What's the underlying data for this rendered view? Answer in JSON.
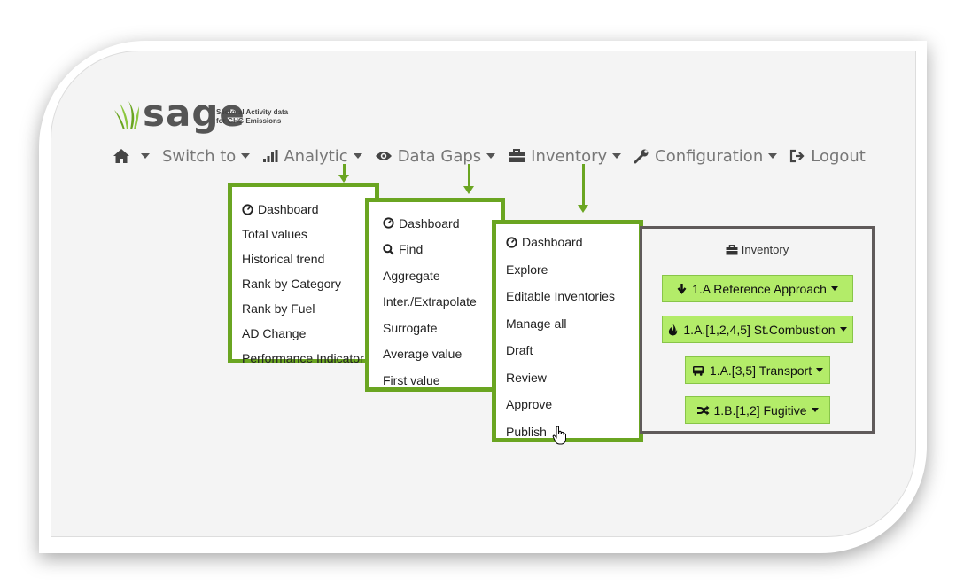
{
  "logo": {
    "word": "sage",
    "tagline_line1": "Sectoral Activity data",
    "tagline_line2": "for GHG Emissions"
  },
  "navbar": {
    "switch_to": "Switch to",
    "analytic": "Analytic",
    "data_gaps": "Data Gaps",
    "inventory": "Inventory",
    "configuration": "Configuration",
    "logout": "Logout"
  },
  "analytic_menu": {
    "items": [
      "Dashboard",
      "Total values",
      "Historical trend",
      "Rank by Category",
      "Rank by Fuel",
      "AD Change",
      "Performance Indicator"
    ]
  },
  "datagaps_menu": {
    "items": [
      "Dashboard",
      "Find",
      "Aggregate",
      "Inter./Extrapolate",
      "Surrogate",
      "Average value",
      "First value"
    ]
  },
  "inventory_menu": {
    "items": [
      "Dashboard",
      "Explore",
      "Editable Inventories",
      "Manage all",
      "Draft",
      "Review",
      "Approve",
      "Publish"
    ]
  },
  "inventory_panel": {
    "title": "Inventory",
    "buttons": [
      "1.A Reference Approach",
      "1.A.[1,2,4,5] St.Combustion",
      "1.A.[3,5] Transport",
      "1.B.[1,2] Fugitive"
    ]
  },
  "colors": {
    "accent_green": "#6aa521",
    "button_green": "#b3ec69",
    "panel_border": "#5f5a5a"
  }
}
